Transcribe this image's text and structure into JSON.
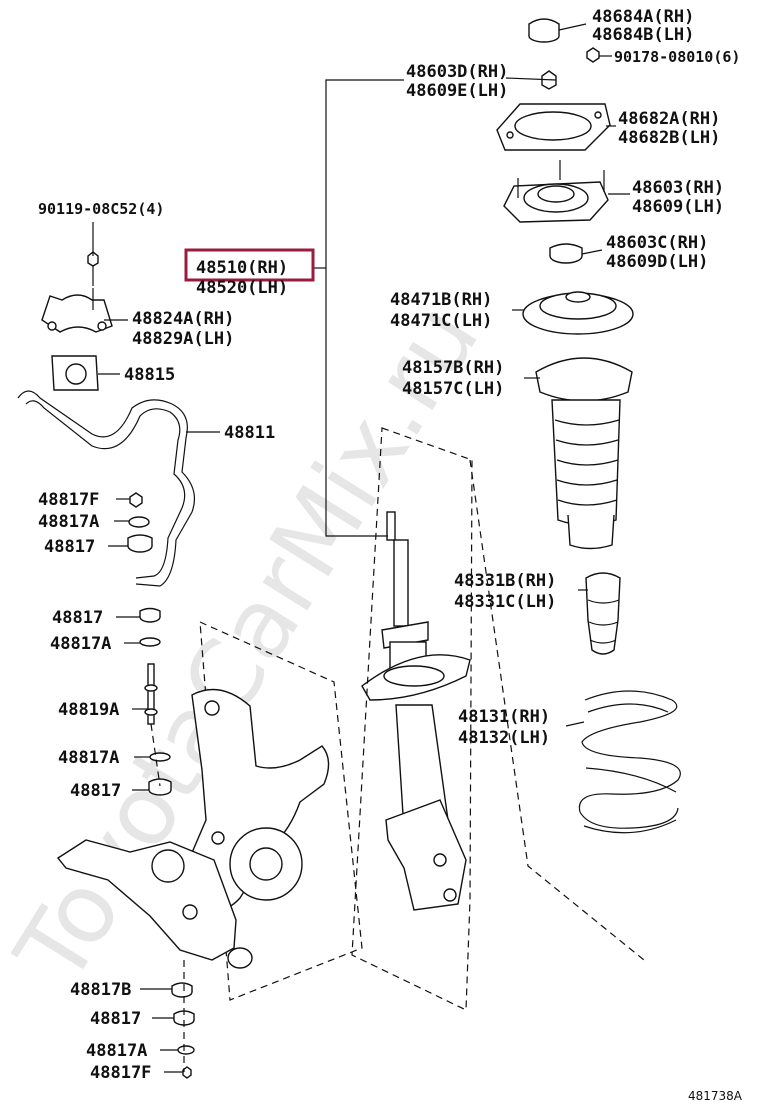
{
  "diagram": {
    "watermark": "ToyotaCarMix.ru",
    "figure_code": "481738A",
    "highlight_color": "#9b1b3f",
    "labels": {
      "cap_rh": "48684A(RH)",
      "cap_lh": "48684B(LH)",
      "nut_upper": "90178-08010(6)",
      "nut_rh": "48603D(RH)",
      "nut_lh": "48609E(LH)",
      "plate_rh": "48682A(RH)",
      "plate_lh": "48682B(LH)",
      "support_rh": "48603(RH)",
      "support_lh": "48609(LH)",
      "bearing_rh": "48603C(RH)",
      "bearing_lh": "48609D(LH)",
      "strut_rh": "48510(RH)",
      "strut_lh": "48520(LH)",
      "seat_rh": "48471B(RH)",
      "seat_lh": "48471C(LH)",
      "boot_rh": "48157B(RH)",
      "boot_lh": "48157C(LH)",
      "bumper_rh": "48331B(RH)",
      "bumper_lh": "48331C(LH)",
      "spring_rh": "48131(RH)",
      "spring_lh": "48132(LH)",
      "bolt": "90119-08C52(4)",
      "bracket_rh": "48824A(RH)",
      "bracket_lh": "48829A(LH)",
      "bushing": "48815",
      "stabilizer_bar": "48811",
      "cushion_f_top": "48817F",
      "cushion_a_top": "48817A",
      "cushion_top": "48817",
      "cushion_2": "48817",
      "cushion_a_2": "48817A",
      "link": "48819A",
      "cushion_a_3": "48817A",
      "cushion_3": "48817",
      "cushion_b": "48817B",
      "cushion_4": "48817",
      "cushion_a_4": "48817A",
      "cushion_f_bottom": "48817F"
    }
  }
}
